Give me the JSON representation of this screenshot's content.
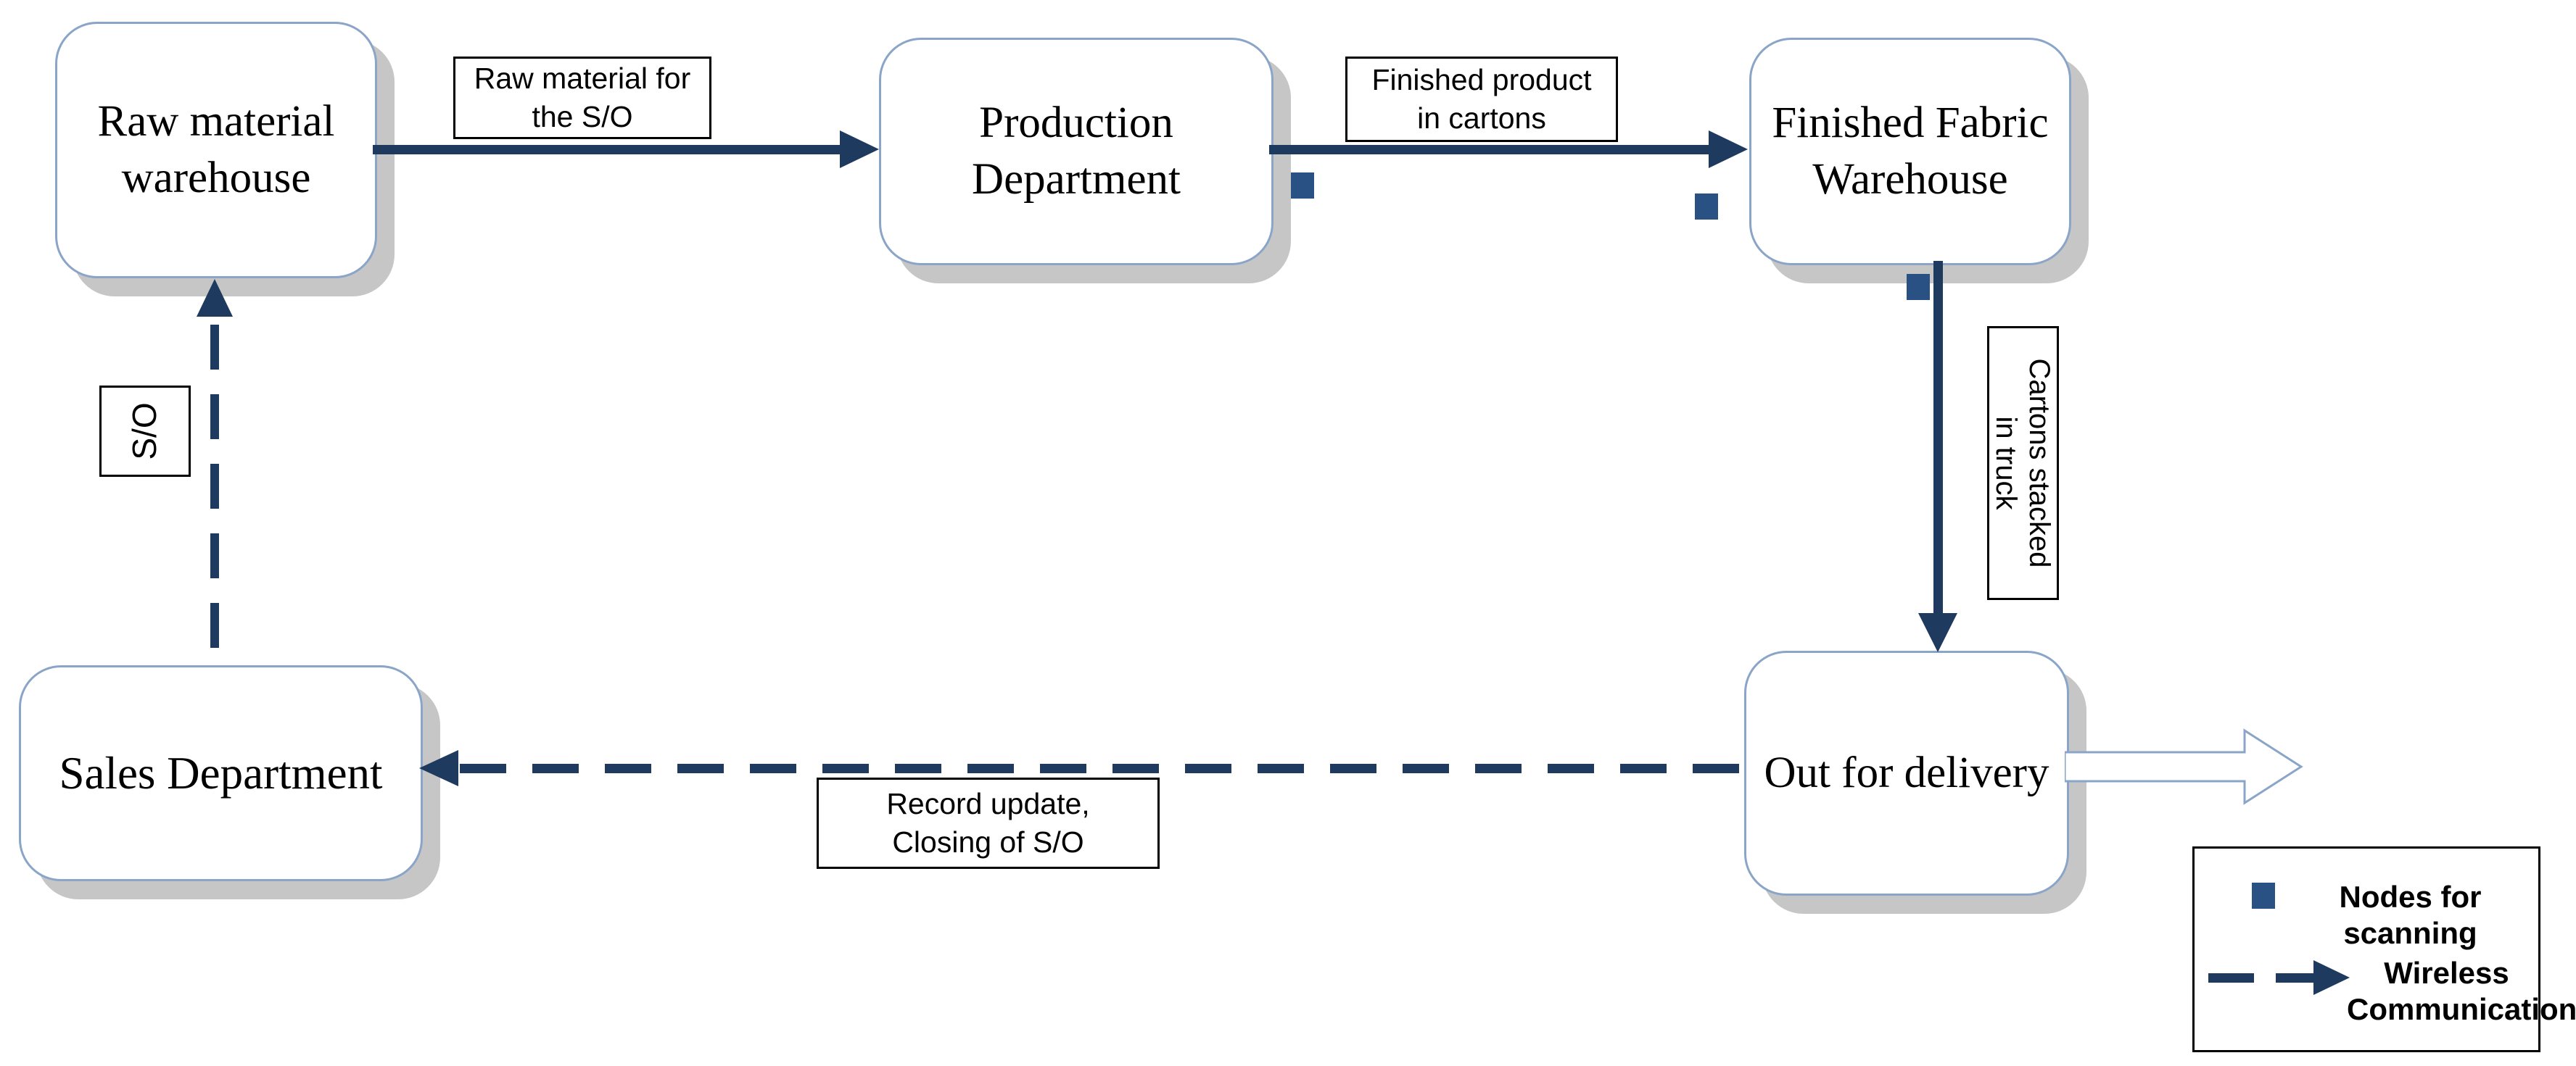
{
  "diagram": {
    "nodes": {
      "raw_material_warehouse": {
        "label": "Raw material\nwarehouse"
      },
      "production_department": {
        "label": "Production\nDepartment"
      },
      "finished_fabric_warehouse": {
        "label": "Finished Fabric\nWarehouse"
      },
      "sales_department": {
        "label": "Sales Department"
      },
      "out_for_delivery": {
        "label": "Out for delivery"
      }
    },
    "edge_labels": {
      "raw_to_production": "Raw material for\nthe S/O",
      "production_to_warehouse": "Finished product\nin cartons",
      "warehouse_to_delivery": "Cartons stacked\nin truck",
      "sales_to_raw": "S/O",
      "delivery_to_sales": "Record update,\nClosing of S/O"
    },
    "legend": {
      "scan_nodes_label": "Nodes for scanning",
      "wireless_label": "Wireless\nCommunication"
    },
    "colors": {
      "arrow_navy": "#1e3a5f",
      "scan_node_blue": "#2a5183",
      "box_border_blue": "#8aa5c8",
      "box_shadow_gray": "#c6c6c6",
      "label_border": "#000000",
      "background": "#ffffff"
    }
  }
}
